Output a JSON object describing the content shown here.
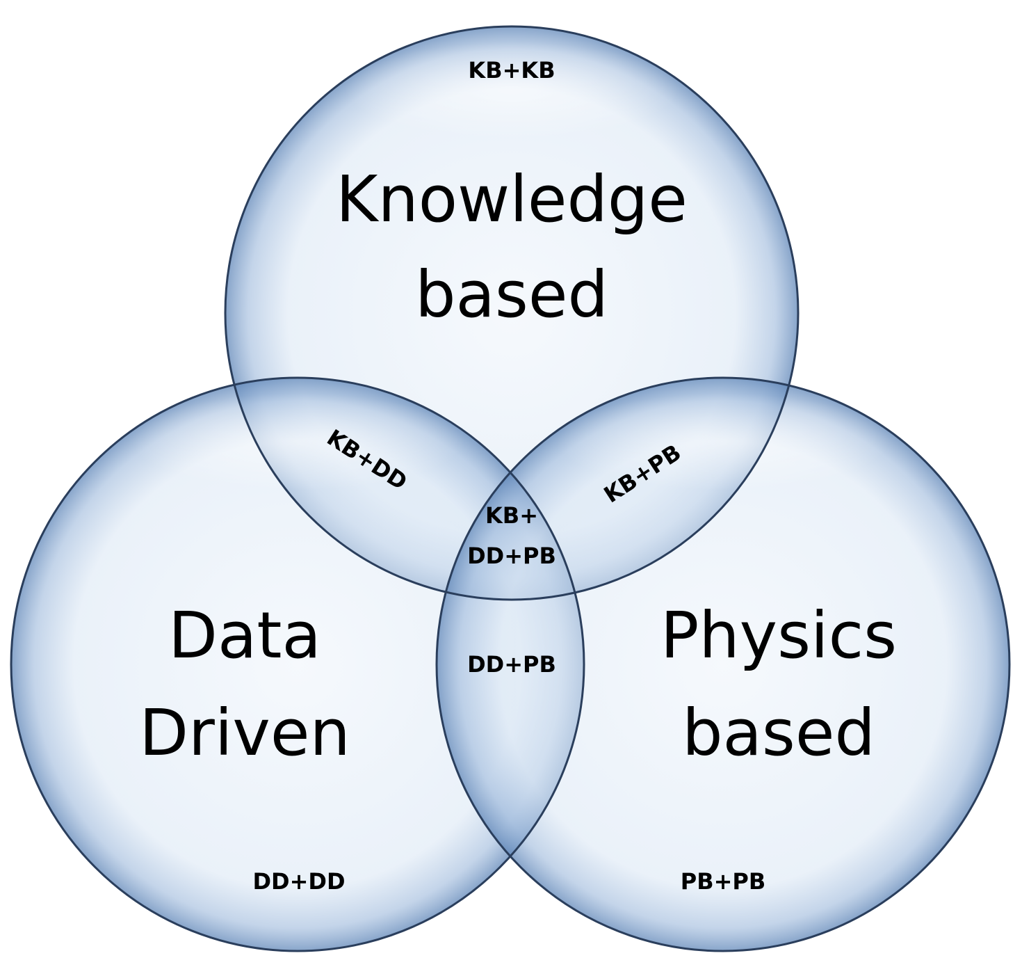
{
  "sets": {
    "knowledge": {
      "line1": "Knowledge",
      "line2": "based"
    },
    "data": {
      "line1": "Data",
      "line2": "Driven"
    },
    "physics": {
      "line1": "Physics",
      "line2": "based"
    }
  },
  "regions": {
    "kb_only": "KB+KB",
    "dd_only": "DD+DD",
    "pb_only": "PB+PB",
    "kb_dd": "KB+DD",
    "kb_pb": "KB+PB",
    "dd_pb": "DD+PB",
    "center_line1": "KB+",
    "center_line2": "DD+PB"
  },
  "colors": {
    "fill": "#dde8f5",
    "stroke": "#2a3e5c",
    "rim": "#6f93c2"
  }
}
